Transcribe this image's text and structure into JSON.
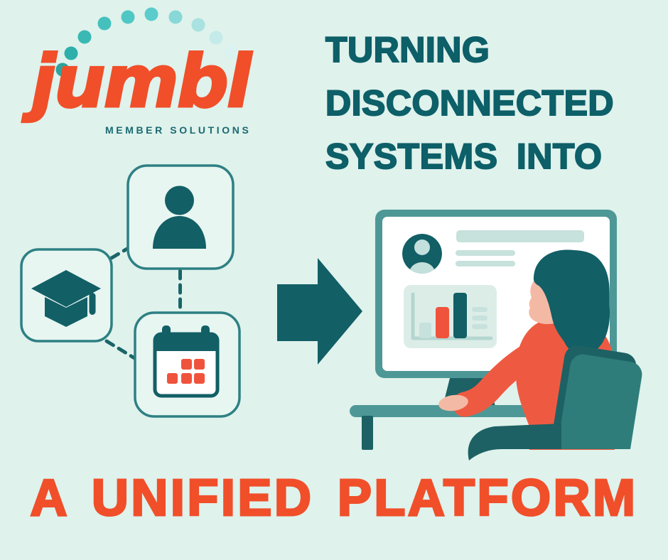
{
  "colors": {
    "bg": "#dff2ec",
    "card-fill": "#e7f6f1",
    "card-border": "#2e8084",
    "teal-dark": "#125f66",
    "headline-teal": "#0d5f68",
    "teal-mid": "#4d9896",
    "teal-deep": "#1d6164",
    "teal-chair": "#2e7d7b",
    "dash": "#1a6569",
    "axis": "#b5d6d0",
    "orange": "#f04f2a",
    "orange-coral": "#ee5a41",
    "orange-bright": "#f0533c",
    "skin": "#f4b9a4",
    "screen-white": "#ffffff",
    "screen-light": "#c7e1dc",
    "screen-panel": "#dcede8",
    "avatar-light": "#c3e0dc",
    "tagline": "#1b6a70"
  },
  "logo": {
    "brand": "jumbl",
    "tagline": "MEMBER SOLUTIONS",
    "dot_colors": [
      "#2aa49d",
      "#2fafaa",
      "#3ab8b3",
      "#45c0bd",
      "#4fc7c5",
      "#5acccb",
      "#87d8d6",
      "#a9e2e0",
      "#c4ebe9",
      "#daf3f1"
    ]
  },
  "headline": {
    "text": "TURNING\nDISCONNECTED\nSYSTEMS INTO"
  },
  "footer": {
    "title": "A UNIFIED PLATFORM"
  },
  "icons": {
    "diagram": [
      "user-icon",
      "graduation-cap-icon",
      "calendar-icon"
    ],
    "arrow": "right-arrow-icon",
    "screen": [
      "avatar-icon",
      "bar-chart-icon"
    ]
  }
}
